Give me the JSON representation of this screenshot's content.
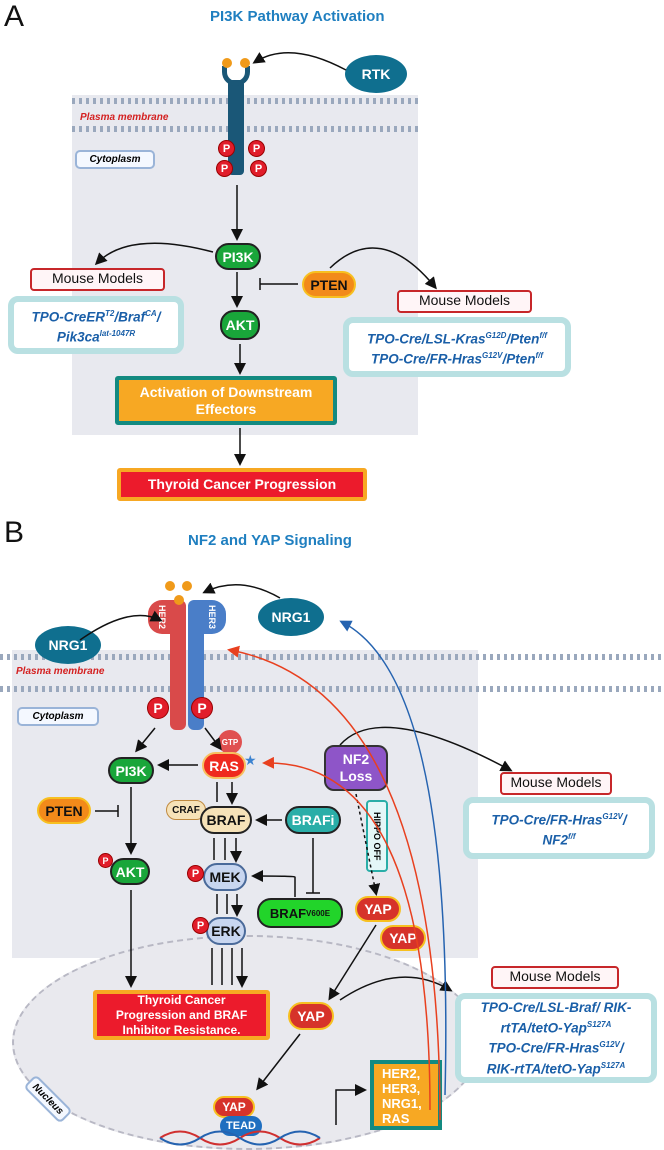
{
  "panel_a": {
    "label": "A",
    "title": "PI3K Pathway Activation",
    "plasma_membrane": "Plasma membrane",
    "cytoplasm": "Cytoplasm",
    "rtk": "RTK",
    "pi3k": "PI3K",
    "akt": "AKT",
    "pten": "PTEN",
    "p": "P",
    "mouse_models_left": {
      "label": "Mouse Models",
      "lines": [
        "TPO-CreER",
        "T2",
        "/Braf",
        "CA",
        "/",
        "Pik3ca",
        "lat-1047R"
      ]
    },
    "mouse_models_right": {
      "label": "Mouse Models",
      "line1": [
        "TPO-Cre/LSL-Kras",
        "G12D",
        "/Pten",
        "f/f"
      ],
      "line2": [
        "TPO-Cre/FR-Hras",
        "G12V",
        "/Pten",
        "f/f"
      ]
    },
    "activation": "Activation of Downstream Effectors",
    "progression": "Thyroid Cancer Progression"
  },
  "panel_b": {
    "label": "B",
    "title": "NF2 and YAP Signaling",
    "nrg1": "NRG1",
    "her2": "HER2",
    "her3": "HER3",
    "plasma_membrane": "Plasma membrane",
    "cytoplasm": "Cytoplasm",
    "p": "P",
    "gtp": "GTP",
    "ras": "RAS",
    "pi3k": "PI3K",
    "pten": "PTEN",
    "akt": "AKT",
    "craf": "CRAF",
    "braf": "BRAF",
    "brafi": "BRAFi",
    "mek": "MEK",
    "erk": "ERK",
    "braf_v600e": [
      "BRAF",
      "V600E"
    ],
    "nf2_loss": [
      "NF2",
      "Loss"
    ],
    "hippo_off": "HIPPO OFF",
    "yap": "YAP",
    "tead": "TEAD",
    "nucleus": "Nucleus",
    "progression": "Thyroid Cancer Progression and BRAF Inhibitor Resistance.",
    "targets": [
      "HER2,",
      "HER3,",
      "NRG1,",
      "RAS"
    ],
    "mouse_models_1": {
      "label": "Mouse Models",
      "line1": [
        "TPO-Cre/FR-Hras",
        "G12V",
        "/"
      ],
      "line2": [
        "NF2",
        "f/f"
      ]
    },
    "mouse_models_2": {
      "label": "Mouse Models",
      "l1": "TPO-Cre/LSL-Braf/ RIK-",
      "l2": [
        "rtTA/tetO-Yap",
        "S127A"
      ],
      "l3": [
        "TPO-Cre/FR-Hras",
        "G12V",
        "/"
      ],
      "l4": [
        "RIK-rtTA/tetO-Yap",
        "S127A"
      ]
    }
  },
  "colors": {
    "title": "#1f7fc0",
    "green": "#19a63a",
    "red": "#ec1b2c",
    "orange": "#f28a1a",
    "teal": "#0f6f8f",
    "purple": "#8e55c8"
  }
}
